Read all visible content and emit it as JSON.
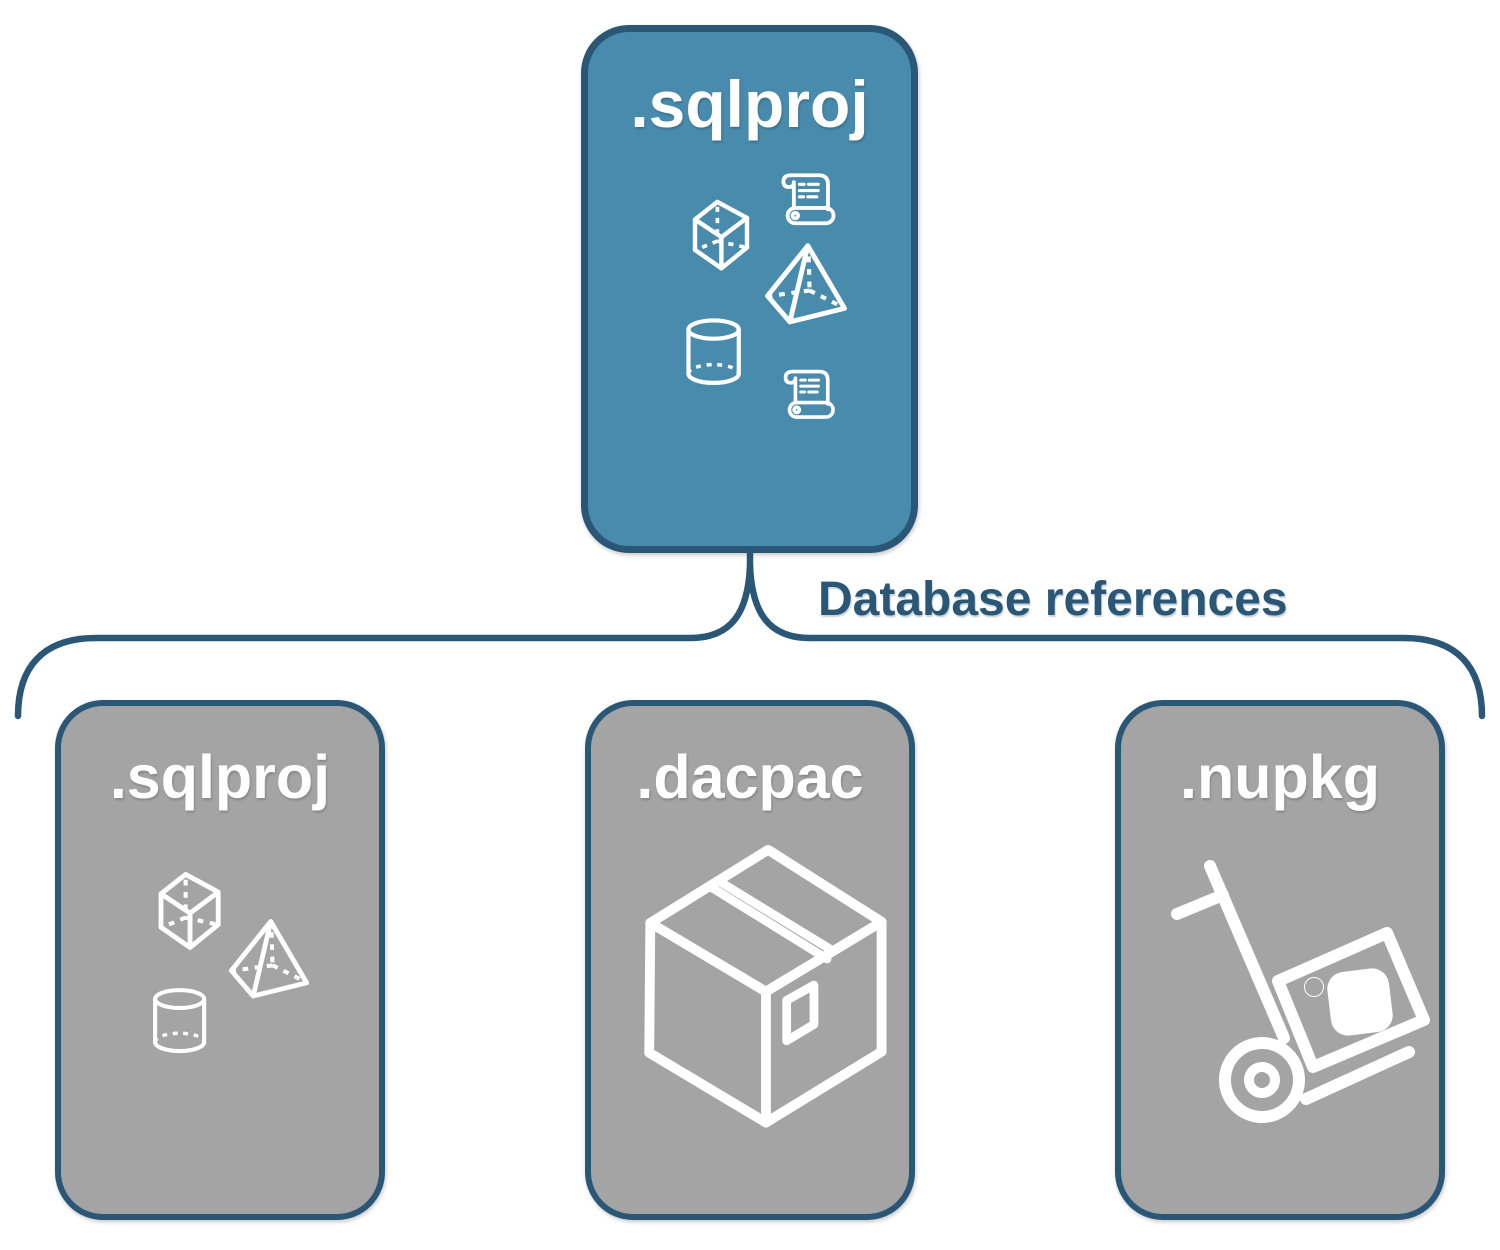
{
  "diagram": {
    "root": {
      "label": ".sqlproj",
      "icons": [
        "cube-icon",
        "scroll-icon",
        "pyramid-icon",
        "cylinder-icon",
        "scroll-icon"
      ]
    },
    "connector_label": "Database references",
    "children": [
      {
        "label": ".sqlproj",
        "icons": [
          "cube-icon",
          "pyramid-icon",
          "cylinder-icon"
        ]
      },
      {
        "label": ".dacpac",
        "icons": [
          "package-box-icon"
        ]
      },
      {
        "label": ".nupkg",
        "icons": [
          "nuget-handtruck-icon"
        ]
      }
    ],
    "colors": {
      "background": "#ffffff",
      "root_fill": "#488bac",
      "box_border": "#2b5777",
      "child_fill": "#a4a4a4",
      "label_text": "#ffffff",
      "connector": "#2b5777",
      "connector_label_color": "#2b5776"
    }
  }
}
